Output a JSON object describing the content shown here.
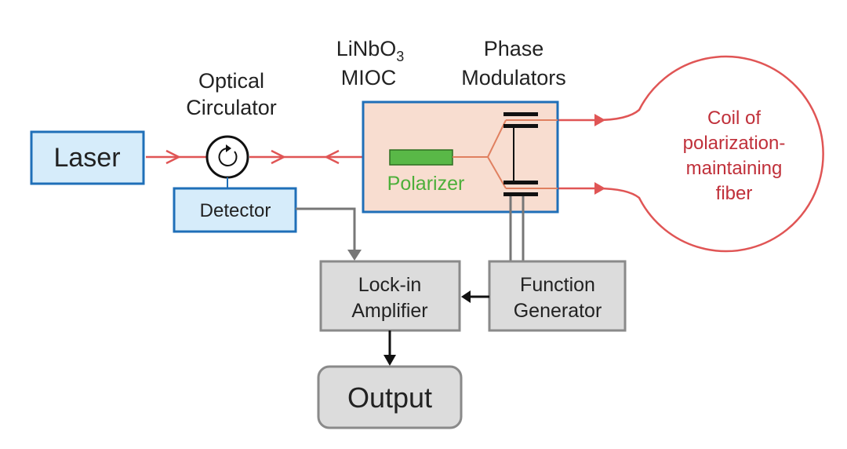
{
  "labels": {
    "laser": "Laser",
    "optical_circulator_line1": "Optical",
    "optical_circulator_line2": "Circulator",
    "mioc_line1_base": "LiNbO",
    "mioc_line1_sub": "3",
    "mioc_line2": "MIOC",
    "phase_modulators_line1": "Phase",
    "phase_modulators_line2": "Modulators",
    "polarizer": "Polarizer",
    "detector": "Detector",
    "lockin_line1": "Lock-in",
    "lockin_line2": "Amplifier",
    "function_gen_line1": "Function",
    "function_gen_line2": "Generator",
    "output": "Output",
    "coil_line1": "Coil of",
    "coil_line2": "polarization-",
    "coil_line3": "maintaining",
    "coil_line4": "fiber"
  },
  "colors": {
    "blue_border": "#1f6fb8",
    "blue_fill": "#d6ecfa",
    "mioc_fill": "#f8ddd0",
    "fiber_red": "#e05555",
    "coil_text_red": "#c0303a",
    "gray_fill": "#dcdcdc",
    "gray_border": "#8a8a8a",
    "polarizer_green": "#59b847",
    "polarizer_text": "#4caf3a",
    "black": "#111111"
  }
}
